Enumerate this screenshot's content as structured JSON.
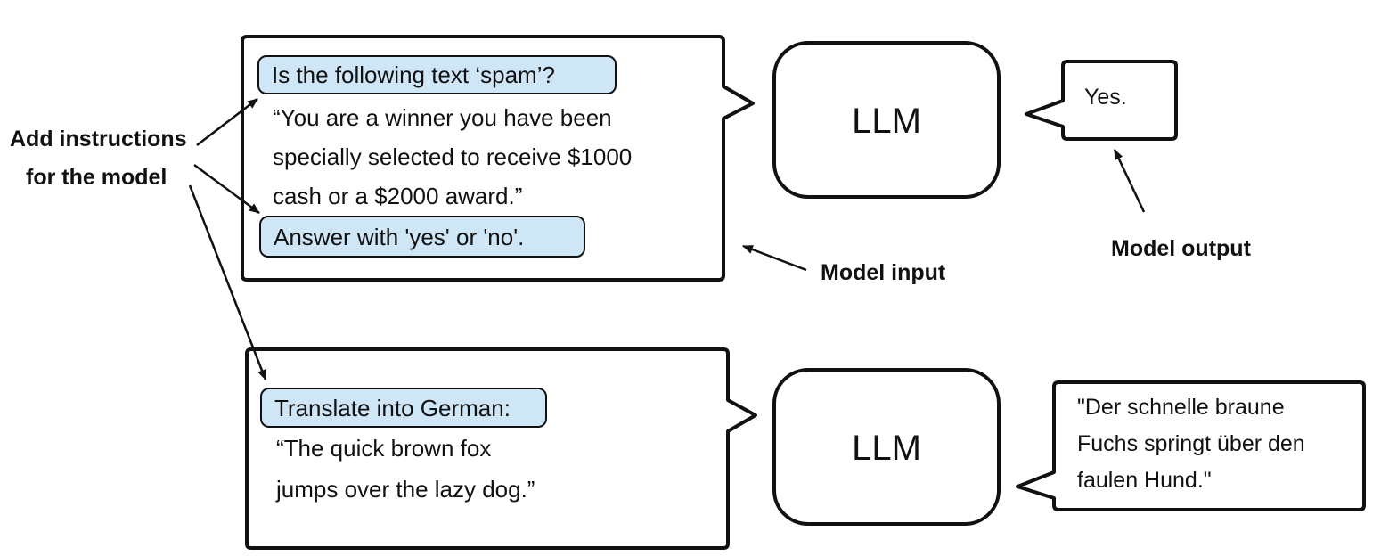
{
  "instructions_label": [
    "Add instructions",
    "for the model"
  ],
  "model_input_label": "Model input",
  "model_output_label": "Model output",
  "example_spam": {
    "instruction": "Is the following text ‘spam’?",
    "input_lines": [
      "“You are a winner you have been",
      "specially selected to receive $1000",
      "cash or a $2000 award.”"
    ],
    "answer_instruction": "Answer with 'yes' or 'no'.",
    "model_label": "LLM",
    "output": "Yes."
  },
  "example_translate": {
    "instruction": "Translate into German:",
    "input_lines": [
      "“The quick brown fox",
      "jumps over the lazy dog.”"
    ],
    "model_label": "LLM",
    "output_lines": [
      "\"Der schnelle braune",
      "Fuchs springt über den",
      "faulen Hund.\""
    ]
  },
  "colors": {
    "instruction_highlight": "#cfe6f7",
    "stroke": "#111111"
  }
}
